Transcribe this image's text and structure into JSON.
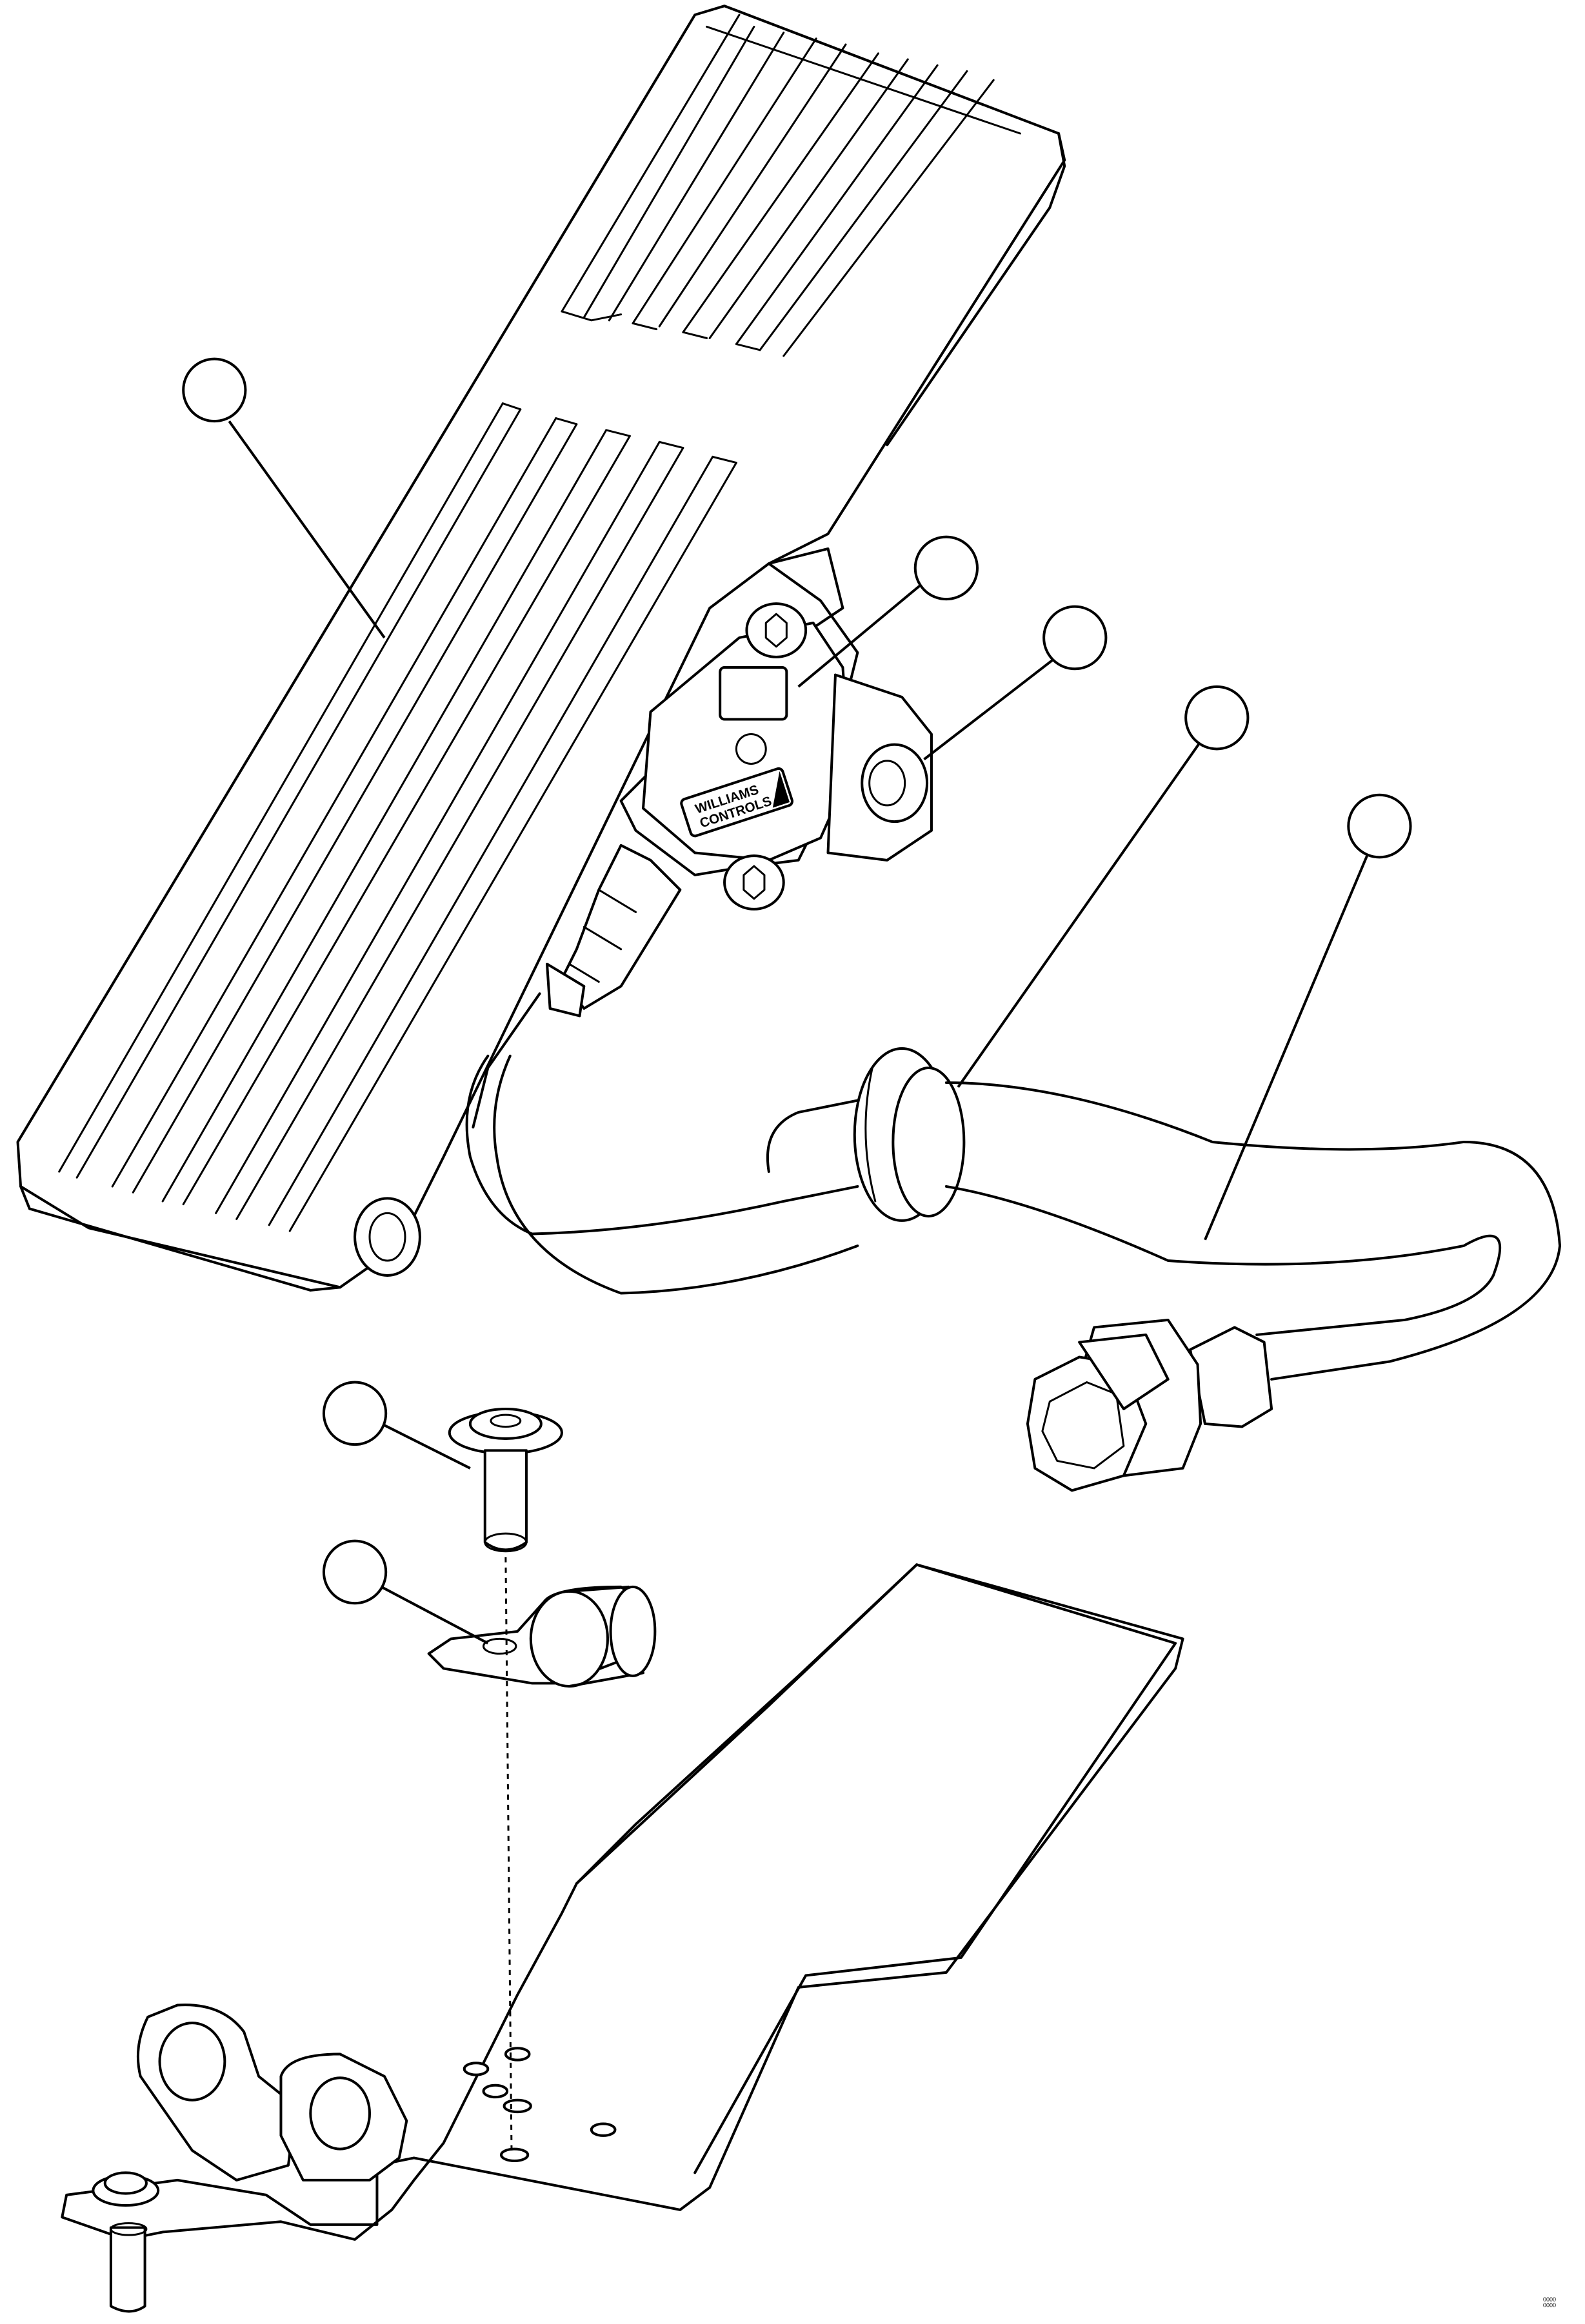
{
  "figure": {
    "callouts": [
      {
        "id": "pedal-tread",
        "label": ""
      },
      {
        "id": "position-sensor",
        "label": ""
      },
      {
        "id": "pivot-shaft",
        "label": ""
      },
      {
        "id": "grommet",
        "label": ""
      },
      {
        "id": "wire-harness",
        "label": ""
      },
      {
        "id": "bolt",
        "label": ""
      },
      {
        "id": "cable-clip",
        "label": ""
      }
    ],
    "sensor_label_lines": [
      "WILLIAMS",
      "CONTROLS"
    ],
    "reference_code_lines": [
      "0000",
      "0000"
    ]
  }
}
